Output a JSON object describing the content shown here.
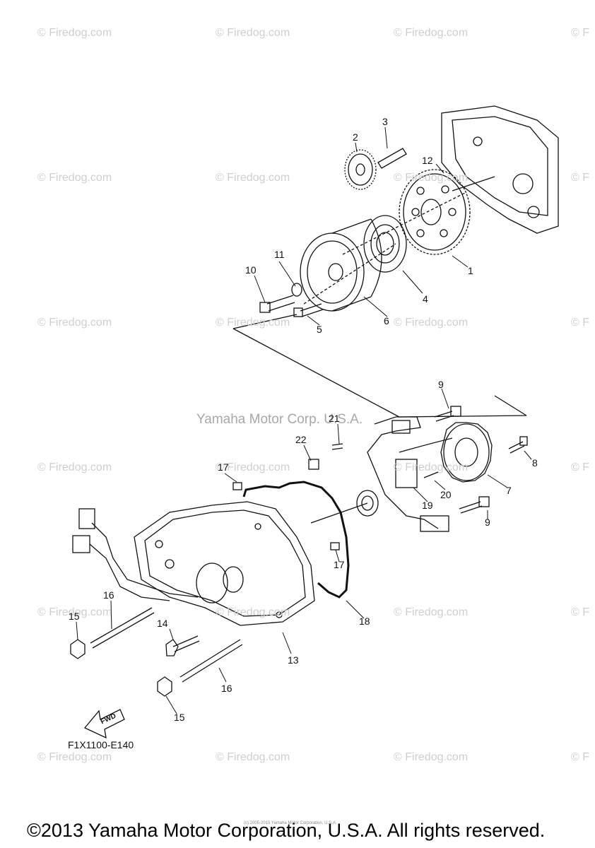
{
  "watermarks": [
    "© Firedog.com",
    "© Firedog.com",
    "© Firedog.com",
    "© F",
    "© Firedog.com",
    "© Firedog.com",
    "© Firedog.com",
    "© F",
    "© Firedog.com",
    "© Firedog.com",
    "© Firedog.com",
    "© F",
    "© Firedog.com",
    "© Firedog.com",
    "© Firedog.com",
    "© F",
    "© Firedog.com",
    "© Firedog.com",
    "© Firedog.com",
    "© F",
    "© Firedog.com",
    "© Firedog.com",
    "© Firedog.com",
    "© F"
  ],
  "banner": "Yamaha Motor Corp. U.S.A.",
  "callouts": [
    "1",
    "2",
    "3",
    "4",
    "5",
    "6",
    "7",
    "8",
    "9",
    "9",
    "10",
    "11",
    "12",
    "13",
    "14",
    "15",
    "15",
    "16",
    "16",
    "17",
    "17",
    "18",
    "19",
    "20",
    "21",
    "22"
  ],
  "fwd_label": "FWD",
  "diagram_code": "F1X1100-E140",
  "tiny_notice": "(c) 2005-2015 Yamaha Motor Corporation, U.S.A.",
  "copyright": "©2013 Yamaha Motor Corporation, U.S.A. All rights reserved."
}
